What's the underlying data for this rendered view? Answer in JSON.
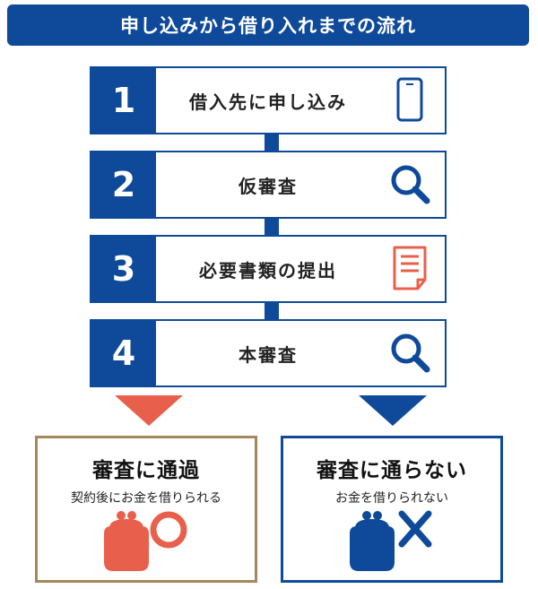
{
  "header": {
    "title": "申し込みから借り入れまでの流れ"
  },
  "steps": [
    {
      "number": "1",
      "label": "借入先に申し込み",
      "icon": "smartphone-icon"
    },
    {
      "number": "2",
      "label": "仮審査",
      "icon": "magnifier-icon"
    },
    {
      "number": "3",
      "label": "必要書類の提出",
      "icon": "document-icon"
    },
    {
      "number": "4",
      "label": "本審査",
      "icon": "magnifier-icon"
    }
  ],
  "results": {
    "pass": {
      "title": "審査に通過",
      "subtitle": "契約後にお金を借りられる",
      "icon": "wallet-circle-icon",
      "color": "#e8604c"
    },
    "fail": {
      "title": "審査に通らない",
      "subtitle": "お金を借りられない",
      "icon": "wallet-cross-icon",
      "color": "#0f4a9a"
    }
  },
  "colors": {
    "primary": "#0f4a9a",
    "accent": "#e8604c",
    "pass_border": "#a6875c"
  }
}
